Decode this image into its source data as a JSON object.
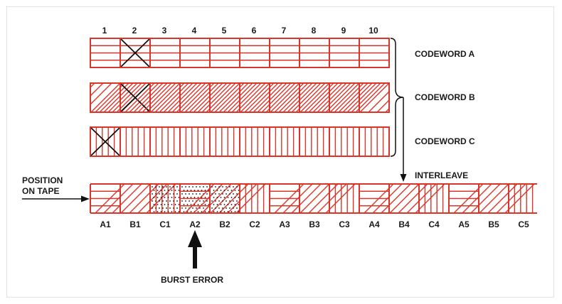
{
  "diagram": {
    "column_numbers": [
      "1",
      "2",
      "3",
      "4",
      "5",
      "6",
      "7",
      "8",
      "9",
      "10"
    ],
    "codewords": [
      {
        "label": "CODEWORD A",
        "pattern": "horizontal",
        "error_cells": [
          2
        ]
      },
      {
        "label": "CODEWORD B",
        "pattern": "diagonal",
        "error_cells": [
          2
        ]
      },
      {
        "label": "CODEWORD C",
        "pattern": "vertical",
        "error_cells": [
          1
        ]
      }
    ],
    "interleave_label": "INTERLEAVE",
    "position_label_line1": "POSITION",
    "position_label_line2": "ON TAPE",
    "tape_cells": [
      "A1",
      "B1",
      "C1",
      "A2",
      "B2",
      "C2",
      "A3",
      "B3",
      "C3",
      "A4",
      "B4",
      "C4",
      "A5",
      "B5",
      "C5"
    ],
    "burst_error_cells": [
      "C1",
      "A2",
      "B2"
    ],
    "burst_error_label": "BURST ERROR",
    "colors": {
      "grid_red": "#d9352a",
      "ink": "#111111",
      "frame_border": "#e3e3e3"
    }
  }
}
